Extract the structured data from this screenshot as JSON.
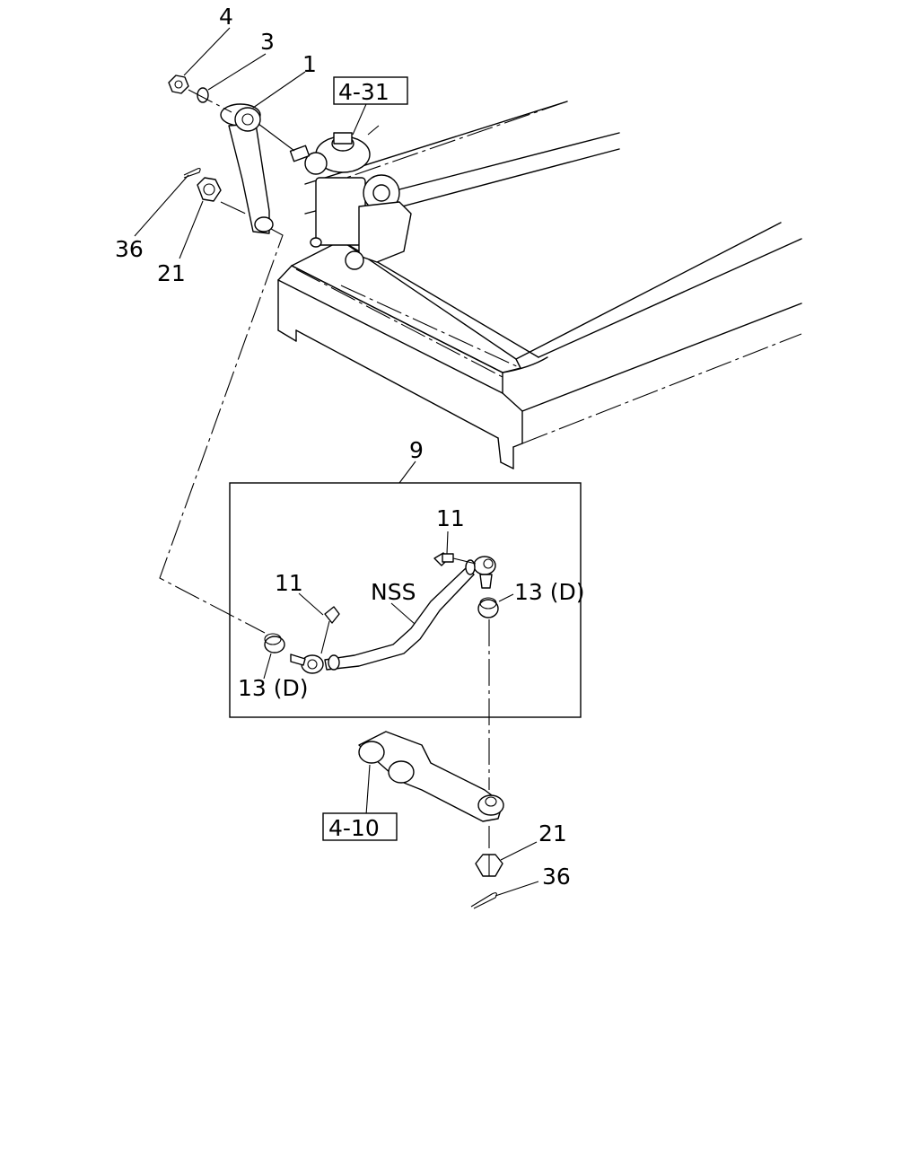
{
  "callouts": {
    "p4": "4",
    "p3": "3",
    "p1": "1",
    "ref_gear": "4-31",
    "p36_top": "36",
    "p21_top": "21",
    "p9": "9",
    "p11_right": "11",
    "p11_left": "11",
    "nss": "NSS",
    "p13_right": "13 (D)",
    "p13_left": "13 (D)",
    "ref_arm": "4-10",
    "p21_bottom": "21",
    "p36_bottom": "36"
  }
}
